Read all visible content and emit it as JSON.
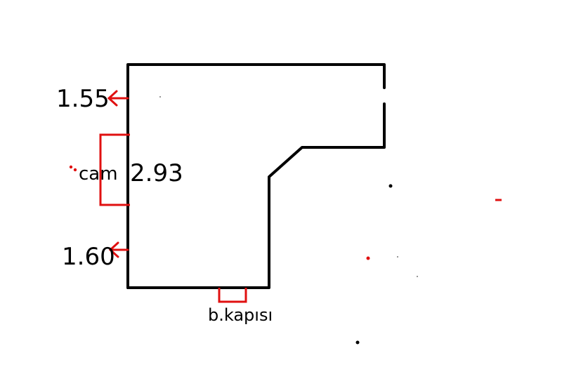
{
  "labels": {
    "top_measure": "1.55",
    "window_label": "cam",
    "window_measure": "2.93",
    "bottom_measure": "1.60",
    "door_label": "b.kapısı"
  },
  "colors": {
    "outline": "#000000",
    "annotation": "#e01010",
    "background": "#ffffff"
  }
}
